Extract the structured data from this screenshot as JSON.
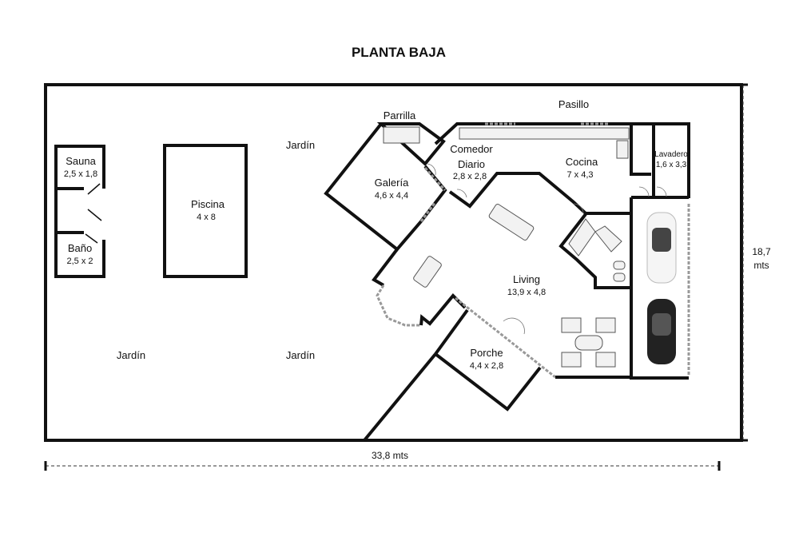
{
  "title": "PLANTA BAJA",
  "dimensions": {
    "width": "33,8 mts",
    "height_value": "18,7",
    "height_unit": "mts"
  },
  "rooms": {
    "sauna": {
      "name": "Sauna",
      "size": "2,5 x 1,8"
    },
    "bano": {
      "name": "Baño",
      "size": "2,5 x 2"
    },
    "piscina": {
      "name": "Piscina",
      "size": "4 x 8"
    },
    "jardin_top": {
      "name": "Jardín"
    },
    "jardin_left": {
      "name": "Jardín"
    },
    "jardin_mid": {
      "name": "Jardín"
    },
    "parrilla": {
      "name": "Parrilla"
    },
    "galeria": {
      "name": "Galería",
      "size": "4,6 x 4,4"
    },
    "comedor": {
      "name": "Comedor",
      "name2": "Diario",
      "size": "2,8 x 2,8"
    },
    "pasillo": {
      "name": "Pasillo"
    },
    "cocina": {
      "name": "Cocina",
      "size": "7 x 4,3"
    },
    "lavadero": {
      "name": "Lavadero",
      "size": "1,6 x 3,3"
    },
    "living": {
      "name": "Living",
      "size": "13,9 x 4,8"
    },
    "porche": {
      "name": "Porche",
      "size": "4,4 x 2,8"
    }
  }
}
